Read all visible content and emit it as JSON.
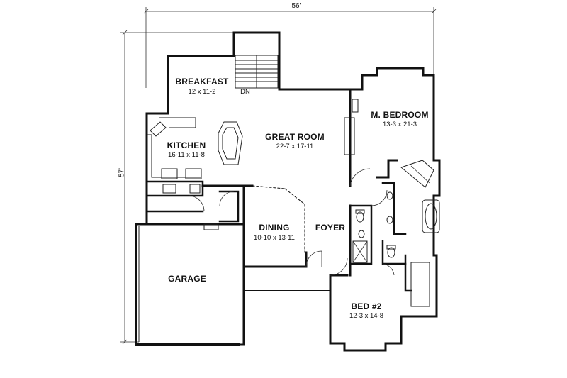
{
  "overall": {
    "width": "56'",
    "depth": "57'"
  },
  "rooms": [
    {
      "id": "breakfast",
      "name": "BREAKFAST",
      "size": "12 x 11-2"
    },
    {
      "id": "kitchen",
      "name": "KITCHEN",
      "size": "16-11 x 11-8"
    },
    {
      "id": "great-room",
      "name": "GREAT ROOM",
      "size": "22-7 x 17-11"
    },
    {
      "id": "master-bedroom",
      "name": "M. BEDROOM",
      "size": "13-3 x 21-3"
    },
    {
      "id": "dining",
      "name": "DINING",
      "size": "10-10 x 13-11"
    },
    {
      "id": "foyer",
      "name": "FOYER",
      "size": ""
    },
    {
      "id": "garage",
      "name": "GARAGE",
      "size": ""
    },
    {
      "id": "bed-2",
      "name": "BED #2",
      "size": "12-3 x 14-8"
    }
  ],
  "stair_label": "DN"
}
